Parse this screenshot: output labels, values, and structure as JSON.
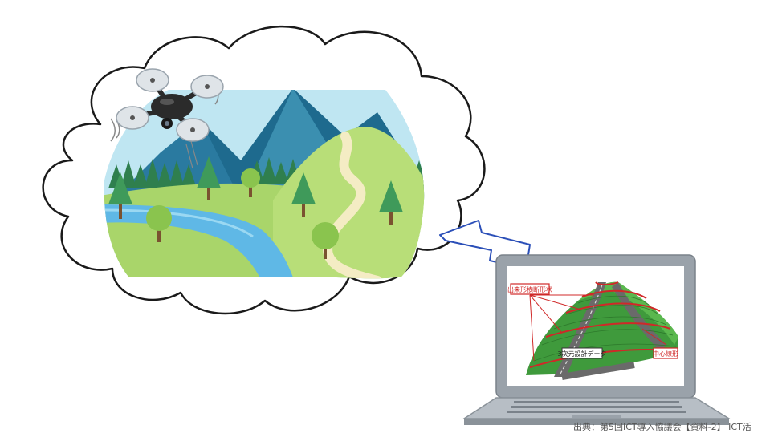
{
  "labels": {
    "cross_section": "出来形横断形状",
    "design_data": "3次元設計データ",
    "centerline": "中心線形"
  },
  "caption": "出典：第5回ICT導入協議会【資料-2】 ICT活",
  "colors": {
    "sky": "#bfe6f2",
    "mountain_dark": "#1e6a8e",
    "mountain_light": "#3b8fb0",
    "grass": "#a9d56a",
    "river": "#5fb8e6",
    "path": "#f4ecc4",
    "tree": "#3f9a5a",
    "laptop_body": "#9aa2aa",
    "terrain_green": "#3f9a3c",
    "road_gray": "#6a6a6a",
    "label_red": "#d02828"
  },
  "icons": [
    "drone-icon",
    "lightning-bolt-icon",
    "laptop-icon",
    "cloud-bubble-icon"
  ]
}
